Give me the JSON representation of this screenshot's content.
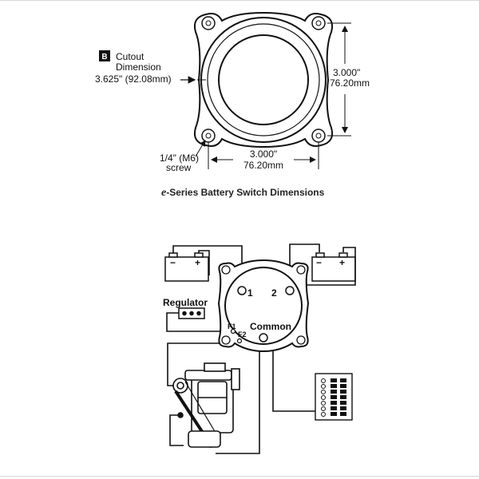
{
  "top_diagram": {
    "badge": "B",
    "cutout_line1": "Cutout",
    "cutout_line2": "Dimension",
    "cutout_value": "3.625\" (92.08mm)",
    "right_dim_in": "3.000\"",
    "right_dim_mm": "76.20mm",
    "bottom_dim_in": "3.000\"",
    "bottom_dim_mm": "76.20mm",
    "screw_line1": "1/4\" (M6)",
    "screw_line2": "screw"
  },
  "caption": {
    "prefix": "e",
    "text": "-Series Battery Switch Dimensions"
  },
  "wiring": {
    "terminal_1": "1",
    "terminal_2": "2",
    "common": "Common",
    "f1": "F1",
    "f2": "F2",
    "regulator": "Regulator",
    "battery_neg": "−",
    "battery_pos": "+"
  }
}
